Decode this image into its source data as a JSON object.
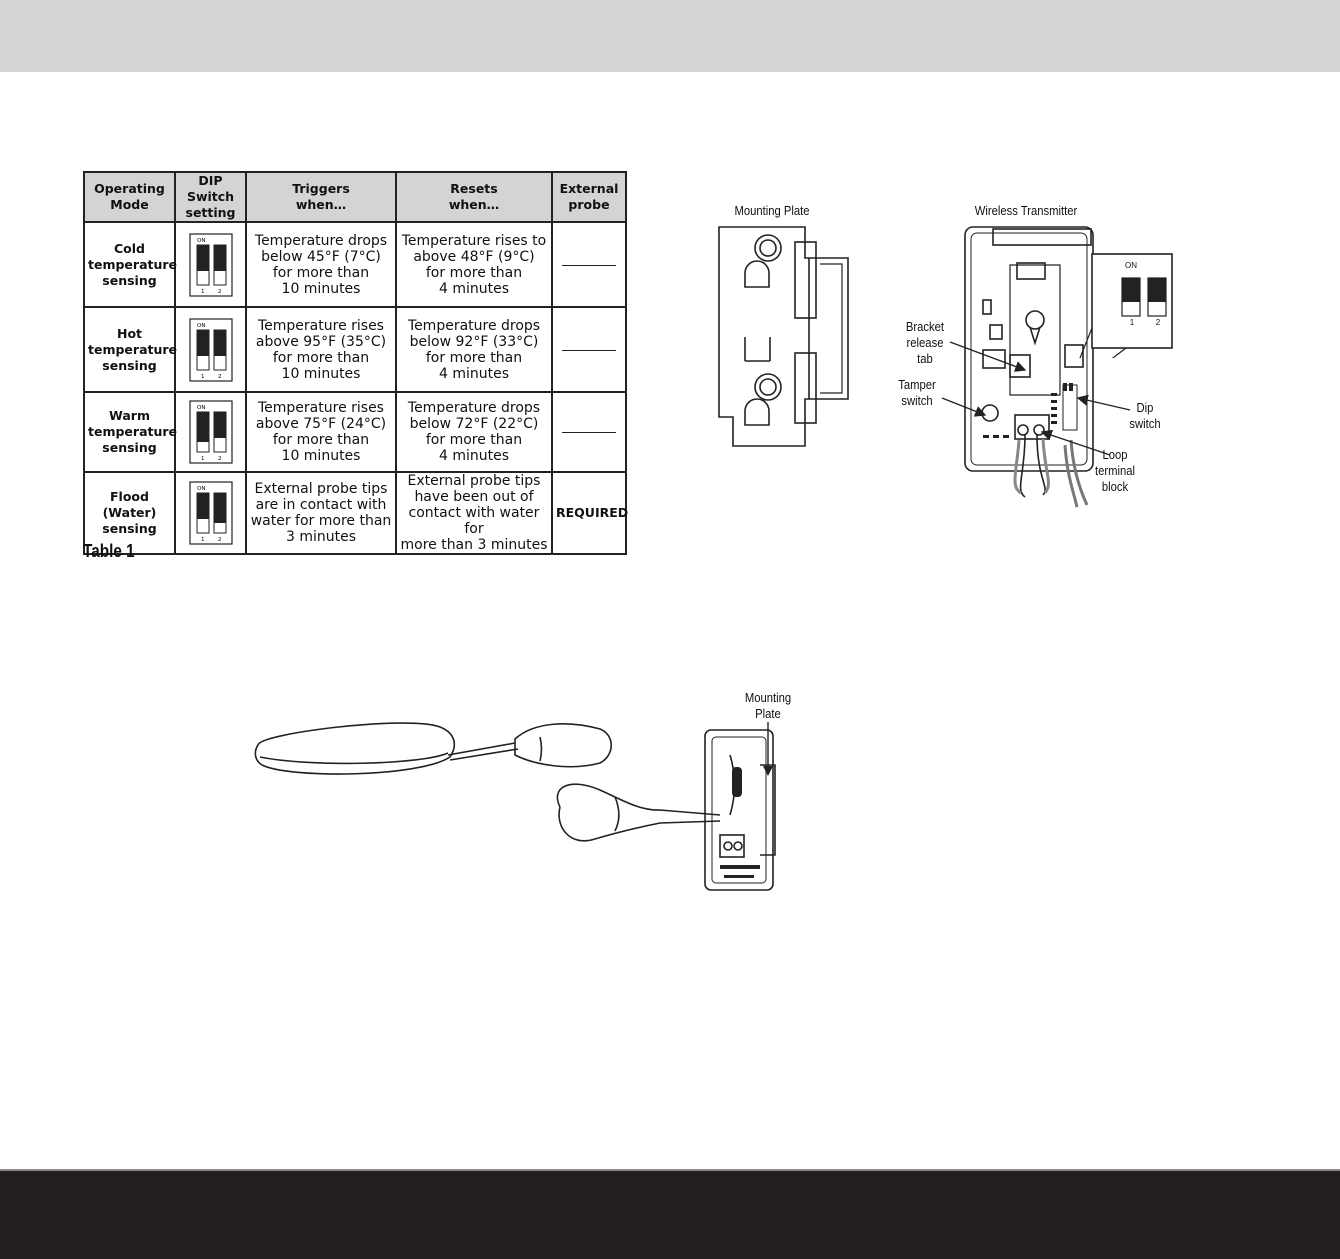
{
  "table": {
    "headers": [
      "Operating Mode",
      "DIP Switch setting",
      "Triggers when…",
      "Resets when…",
      "External probe"
    ],
    "header_lines": [
      [
        "Operating",
        "Mode"
      ],
      [
        "DIP Switch",
        "setting"
      ],
      [
        "Triggers",
        "when…"
      ],
      [
        "Resets",
        "when…"
      ],
      [
        "External",
        "probe"
      ]
    ],
    "rows": [
      {
        "mode_lines": [
          "Cold",
          "temperature",
          "sensing"
        ],
        "dip": {
          "switch1": "off",
          "switch2": "off"
        },
        "triggers_lines": [
          "Temperature drops",
          "below 45°F (7°C)",
          "for more than",
          "10 minutes"
        ],
        "resets_lines": [
          "Temperature rises to",
          "above 48°F (9°C)",
          "for more than",
          "4 minutes"
        ],
        "probe": ""
      },
      {
        "mode_lines": [
          "Hot",
          "temperature",
          "sensing"
        ],
        "dip": {
          "switch1": "off",
          "switch2": "off"
        },
        "triggers_lines": [
          "Temperature rises",
          "above 95°F (35°C)",
          "for more than",
          "10 minutes"
        ],
        "resets_lines": [
          "Temperature drops",
          "below 92°F (33°C)",
          "for more than",
          "4 minutes"
        ],
        "probe": ""
      },
      {
        "mode_lines": [
          "Warm",
          "temperature",
          "sensing"
        ],
        "dip": {
          "switch1": "on",
          "switch2": "off"
        },
        "triggers_lines": [
          "Temperature rises",
          "above 75°F (24°C)",
          "for more than",
          "10 minutes"
        ],
        "resets_lines": [
          "Temperature drops",
          "below 72°F (22°C)",
          "for more than",
          "4 minutes"
        ],
        "probe": ""
      },
      {
        "mode_lines": [
          "Flood",
          "(Water)",
          "sensing"
        ],
        "dip": {
          "switch1": "off",
          "switch2": "on"
        },
        "triggers_lines": [
          "External probe tips",
          "are in contact with",
          "water for more than",
          "3 minutes"
        ],
        "resets_lines": [
          "External probe tips",
          "have been out of",
          "contact with water for",
          "more than 3 minutes"
        ],
        "probe": "REQUIRED"
      }
    ],
    "dip_on_label": "ON",
    "dip_numbers": [
      "1",
      "2"
    ]
  },
  "caption": "Table 1",
  "figure_top": {
    "mounting_plate_label": "Mounting Plate",
    "wireless_transmitter_label": "Wireless Transmitter",
    "callouts": {
      "bracket_release_tab": [
        "Bracket",
        "release",
        "tab"
      ],
      "tamper_switch": [
        "Tamper",
        "switch"
      ],
      "dip_switch": [
        "Dip",
        "switch"
      ],
      "loop_terminal_block": [
        "Loop",
        "terminal",
        "block"
      ]
    },
    "inset_on_label": "ON",
    "inset_numbers": [
      "1",
      "2"
    ]
  },
  "figure_bottom": {
    "mounting_plate_lines": [
      "Mounting",
      "Plate"
    ]
  },
  "colors": {
    "top_band": "#d4d4d4",
    "bottom_band": "#231f20",
    "header_fill": "#d4d4d4"
  }
}
